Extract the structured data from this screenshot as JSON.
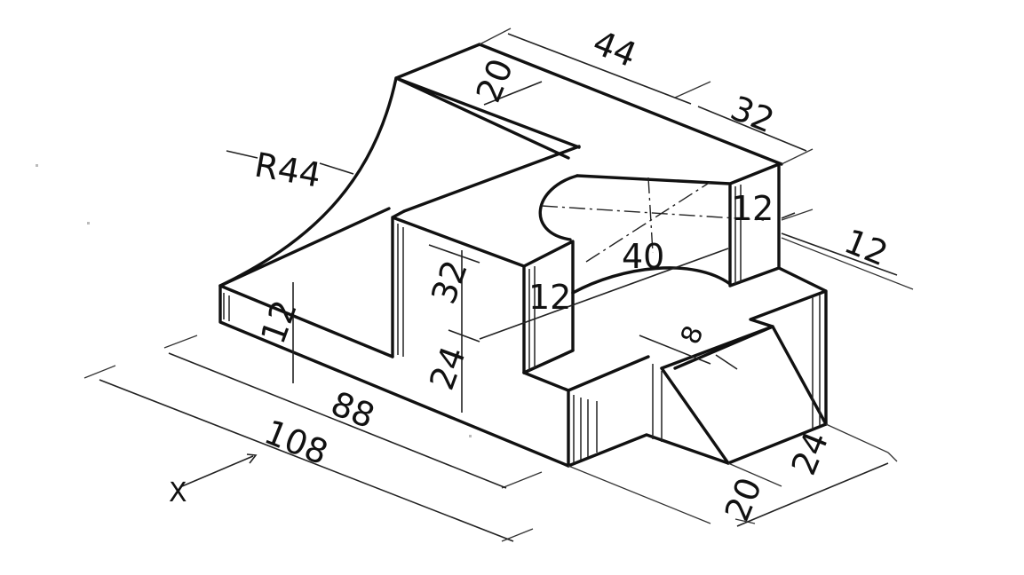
{
  "drawing": {
    "dimensions": {
      "radius": "R44",
      "top_width": "20",
      "top_length": "44",
      "right_length": "32",
      "right_height": "12",
      "right_side_12": "12",
      "hole_diameter": "40",
      "slot_height": "12",
      "upper_height": "32",
      "base_left_height": "12",
      "lower_height": "24",
      "inner_length": "88",
      "total_length": "108",
      "groove_width": "8",
      "bottom_width_20": "20",
      "bottom_width_24": "24"
    },
    "view_axis_label": "X"
  }
}
